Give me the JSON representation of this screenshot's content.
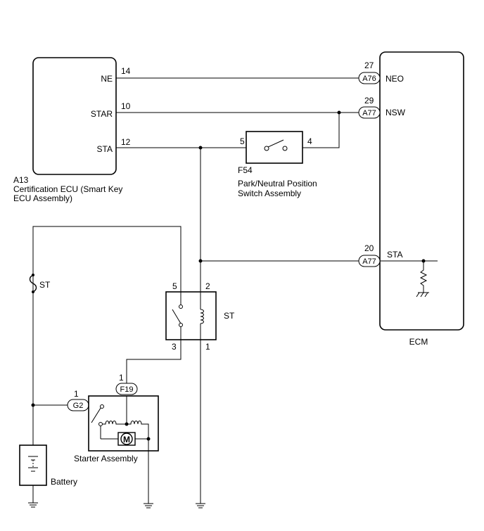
{
  "components": {
    "cert_ecu": {
      "code": "A13",
      "name_line1": "Certification ECU (Smart Key",
      "name_line2": "ECU Assembly)",
      "terminals": {
        "ne": "NE",
        "star": "STAR",
        "sta": "STA"
      }
    },
    "ecm": {
      "name": "ECM",
      "terminals": {
        "neo": "NEO",
        "nsw": "NSW",
        "sta": "STA"
      }
    },
    "pnp_switch": {
      "code": "F54",
      "name_line1": "Park/Neutral Position",
      "name_line2": "Switch Assembly",
      "pin_left": "5",
      "pin_right": "4"
    },
    "st_relay": {
      "name": "ST",
      "pin_tl": "5",
      "pin_tr": "2",
      "pin_bl": "3",
      "pin_br": "1"
    },
    "st_fuse": {
      "name": "ST"
    },
    "starter": {
      "name": "Starter Assembly",
      "motor": "M"
    },
    "battery": {
      "name": "Battery"
    }
  },
  "pins": {
    "ecu_ne": "14",
    "ecu_star": "10",
    "ecu_sta": "12",
    "ecm_neo": "27",
    "ecm_nsw": "29",
    "ecm_sta": "20",
    "f19": "1",
    "g2": "1"
  },
  "connectors": {
    "a76": "A76",
    "a77_nsw": "A77",
    "a77_sta": "A77",
    "f19": "F19",
    "g2": "G2"
  }
}
